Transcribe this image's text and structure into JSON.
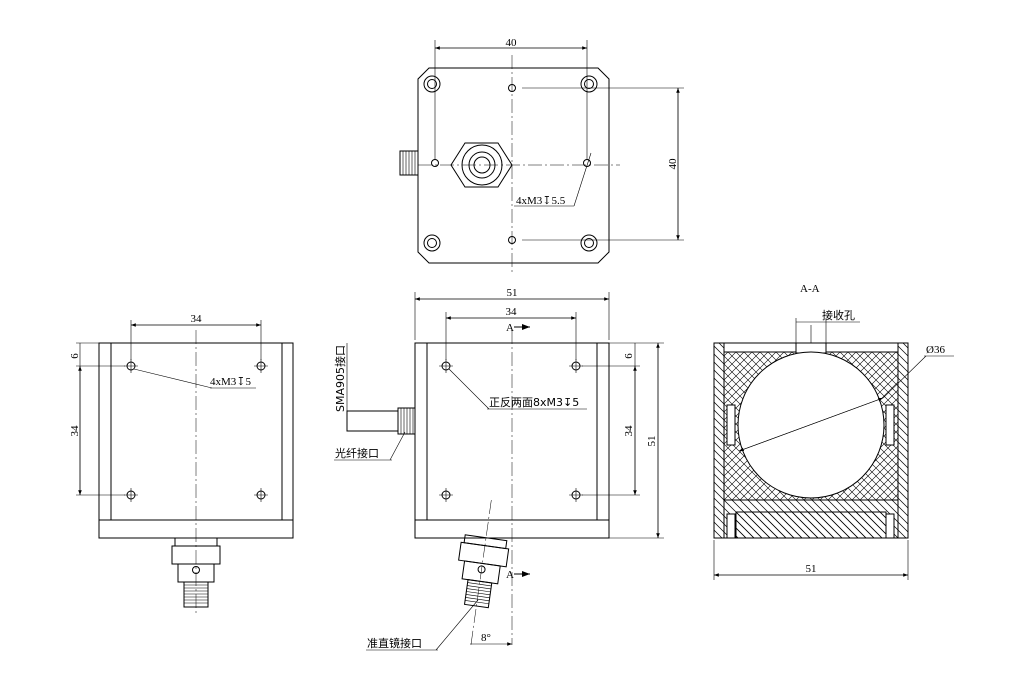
{
  "top_view": {
    "dim_width": "40",
    "dim_height": "40",
    "hole_note": "4xM3↧5.5"
  },
  "left_view": {
    "dim_hole_spacing_h": "34",
    "dim_hole_spacing_v": "34",
    "dim_edge_offset": "6",
    "hole_note": "4xM3↧5"
  },
  "front_view": {
    "dim_width": "51",
    "dim_hole_spacing_h": "34",
    "dim_hole_spacing_v": "34",
    "dim_height": "51",
    "dim_edge_offset": "6",
    "section_mark_top": "A",
    "section_mark_bottom": "A",
    "hole_note": "正反两面8xM3↧5",
    "sma_label": "SMA905接口",
    "fiber_label": "光纤接口",
    "collimator_label": "准直镜接口",
    "angle_label": "8°"
  },
  "section_view": {
    "title": "A-A",
    "receive_hole_label": "接收孔",
    "diameter_label": "Ø36",
    "dim_width": "51"
  }
}
